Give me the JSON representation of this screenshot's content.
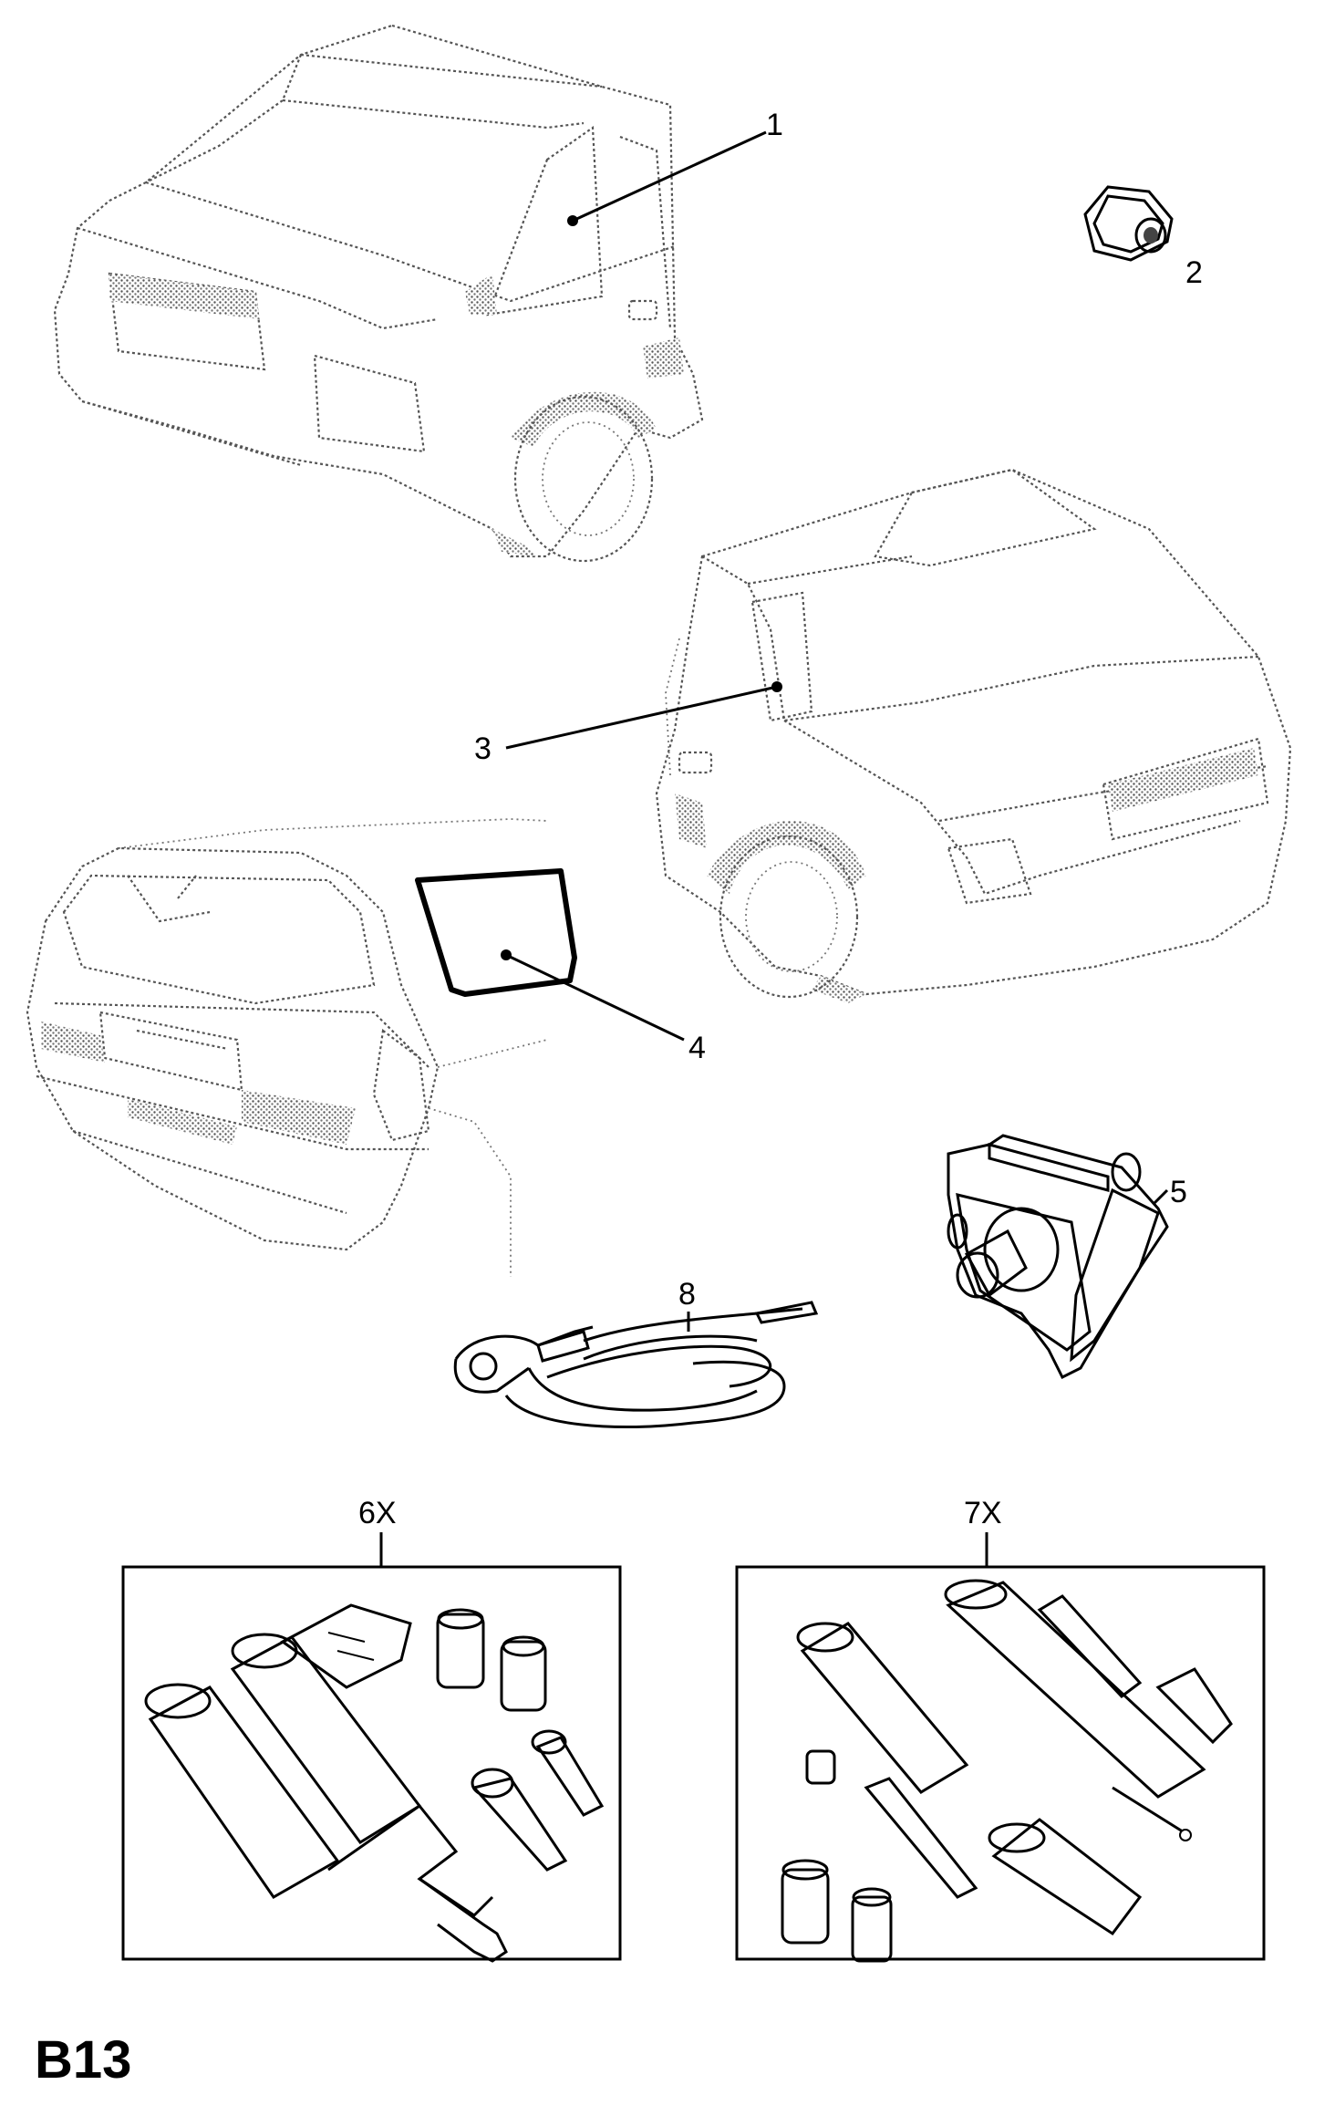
{
  "diagram": {
    "callouts": [
      {
        "id": "1",
        "label": "1"
      },
      {
        "id": "2",
        "label": "2"
      },
      {
        "id": "3",
        "label": "3"
      },
      {
        "id": "4",
        "label": "4"
      },
      {
        "id": "5",
        "label": "5"
      },
      {
        "id": "8",
        "label": "8"
      },
      {
        "id": "6x",
        "label": "6X"
      },
      {
        "id": "7x",
        "label": "7X"
      }
    ],
    "page_code": "B13"
  }
}
